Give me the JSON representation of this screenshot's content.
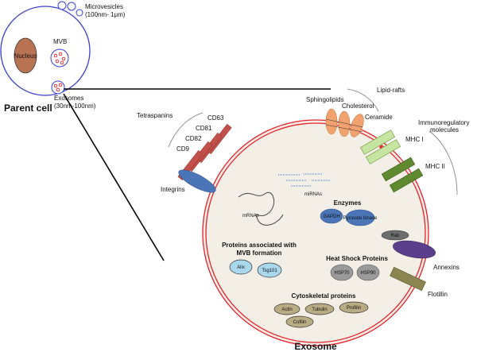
{
  "parent_cell": {
    "title": "Parent cell",
    "nucleus": "Nucleus",
    "mvb": "MVB",
    "microvesicles": "Microvesicles",
    "microvesicles_size": "(100nm- 1μm)",
    "exosomes": "Exosomes",
    "exosomes_size": "(30nm-100nm)"
  },
  "exosome": {
    "title": "Exosome",
    "tetraspanins": {
      "group": "Tetraspanins",
      "items": [
        "CD63",
        "CD81",
        "CD82",
        "CD9"
      ]
    },
    "integrins": "Integrins",
    "lipid_rafts": {
      "group": "Lipid-rafts",
      "items": [
        "Sphingolipids",
        "Cholesterol",
        "Ceramide"
      ]
    },
    "immunoregulatory": {
      "group_line1": "Immunoregulatory",
      "group_line2": "molecules",
      "items": [
        "MHC I",
        "MHC II"
      ]
    },
    "mirnas": "miRNAs",
    "mrnas": "mRNAs",
    "enzymes": {
      "title": "Enzymes",
      "items": [
        "GAPDH",
        "Pyruvate kinase"
      ]
    },
    "rab": "Rab",
    "annexins": "Annexins",
    "flotillin": "Flotillin",
    "heat_shock": {
      "title": "Heat Shock Proteins",
      "items": [
        "HSP70",
        "HSP90"
      ]
    },
    "mvb_proteins": {
      "title_line1": "Proteins associated with",
      "title_line2": "MVB formation",
      "items": [
        "Alix",
        "Tsg101"
      ]
    },
    "cytoskeletal": {
      "title": "Cytoskeletal proteins",
      "items": [
        "Actin",
        "Tubulin",
        "Profilin",
        "Cofilin"
      ]
    }
  },
  "colors": {
    "membrane": "#e8202a",
    "cell_outline": "#3a3fd0",
    "exosome_fill": "#f4efe6",
    "nucleus": "#b87353",
    "tetraspanin": "#c4504b",
    "integrin": "#4a76b8",
    "lipid": "#f2a26e",
    "mhc1": "#c7e5a2",
    "mhc2": "#5f8a30",
    "enzyme": "#4a76b8",
    "hsp": "#9a9a9a",
    "mvb_protein": "#a9d8ec",
    "cytoskeletal": "#b9ac84",
    "annexin": "#5b3f8c",
    "flotillin": "#8b8550",
    "rab": "#6e6e6e"
  }
}
